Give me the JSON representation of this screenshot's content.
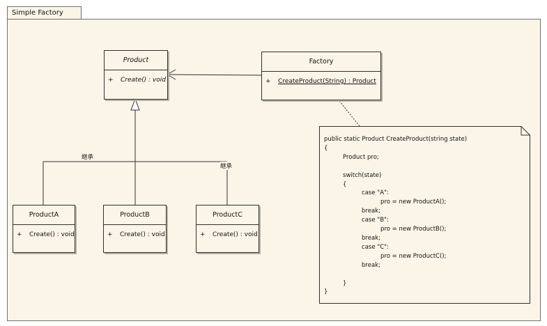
{
  "package": {
    "name": "Simple Factory"
  },
  "classes": {
    "product": {
      "name": "Product",
      "operation": {
        "visibility": "+",
        "signature": "Create() : void"
      }
    },
    "factory": {
      "name": "Factory",
      "operation": {
        "visibility": "+",
        "signature": "CreateProduct(String) : Product"
      }
    },
    "product_a": {
      "name": "ProductA",
      "operation": {
        "visibility": "+",
        "signature": "Create() : void"
      }
    },
    "product_b": {
      "name": "ProductB",
      "operation": {
        "visibility": "+",
        "signature": "Create() : void"
      }
    },
    "product_c": {
      "name": "ProductC",
      "operation": {
        "visibility": "+",
        "signature": "Create() : void"
      }
    }
  },
  "labels": {
    "inherit_a": "继承",
    "inherit_c": "继承"
  },
  "note": {
    "code": "public static Product CreateProduct(string state)\n{\n          Product pro;\n\n          switch(state)\n          {\n                    case \"A\":\n                              pro = new ProductA();\n                    break;\n                    case \"B\":\n                              pro = new ProductB();\n                    break;\n                    case \"C\":\n                              pro = new ProductC();\n                    break;\n\n          }\n}"
  },
  "colors": {
    "element_fill": "#fbf5e8",
    "outline": "#303030",
    "shadow": "#b8b2a6"
  }
}
